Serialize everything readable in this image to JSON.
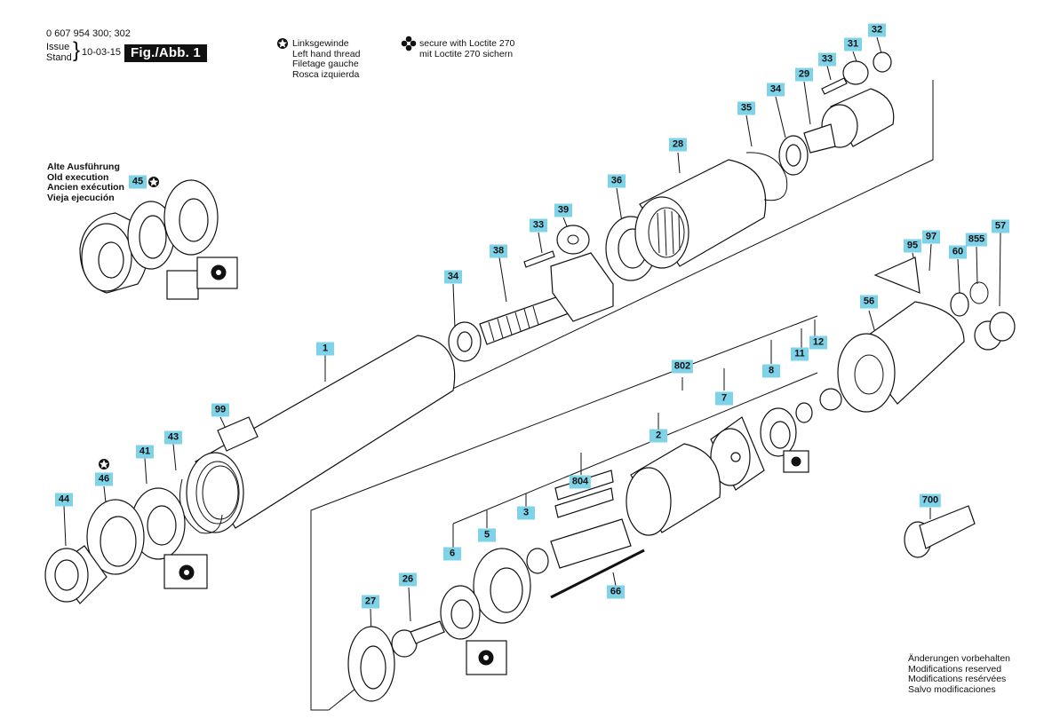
{
  "header": {
    "part_number": "0 607 954 300; 302",
    "issue_label": "Issue",
    "stand_label": "Stand",
    "date": "10-03-15",
    "fig_label": "Fig./Abb. 1"
  },
  "legend": {
    "left_hand_thread": [
      "Linksgewinde",
      "Left hand thread",
      "Filetage gauche",
      "Rosca izquierda"
    ],
    "loctite": [
      "secure with Loctite 270",
      "mit Loctite 270 sichern"
    ]
  },
  "old_execution": [
    "Alte Ausführung",
    "Old execution",
    "Ancien exécution",
    "Vieja ejecución"
  ],
  "modifications": [
    "Änderungen vorbehalten",
    "Modifications reserved",
    "Modifications resérvées",
    "Salvo modificaciones"
  ],
  "callouts": {
    "c1": "1",
    "c2": "2",
    "c3": "3",
    "c5": "5",
    "c6": "6",
    "c7": "7",
    "c8": "8",
    "c11": "11",
    "c12": "12",
    "c26": "26",
    "c27": "27",
    "c28": "28",
    "c29": "29",
    "c31": "31",
    "c32": "32",
    "c33a": "33",
    "c33b": "33",
    "c34a": "34",
    "c34b": "34",
    "c35": "35",
    "c36": "36",
    "c38": "38",
    "c39": "39",
    "c41": "41",
    "c43": "43",
    "c44": "44",
    "c45": "45",
    "c46": "46",
    "c56": "56",
    "c57": "57",
    "c60": "60",
    "c66": "66",
    "c95": "95",
    "c97": "97",
    "c99": "99",
    "c700": "700",
    "c802": "802",
    "c804": "804",
    "c855": "855"
  },
  "colors": {
    "callout_bg": "#7fd3e8",
    "line": "#111111"
  }
}
